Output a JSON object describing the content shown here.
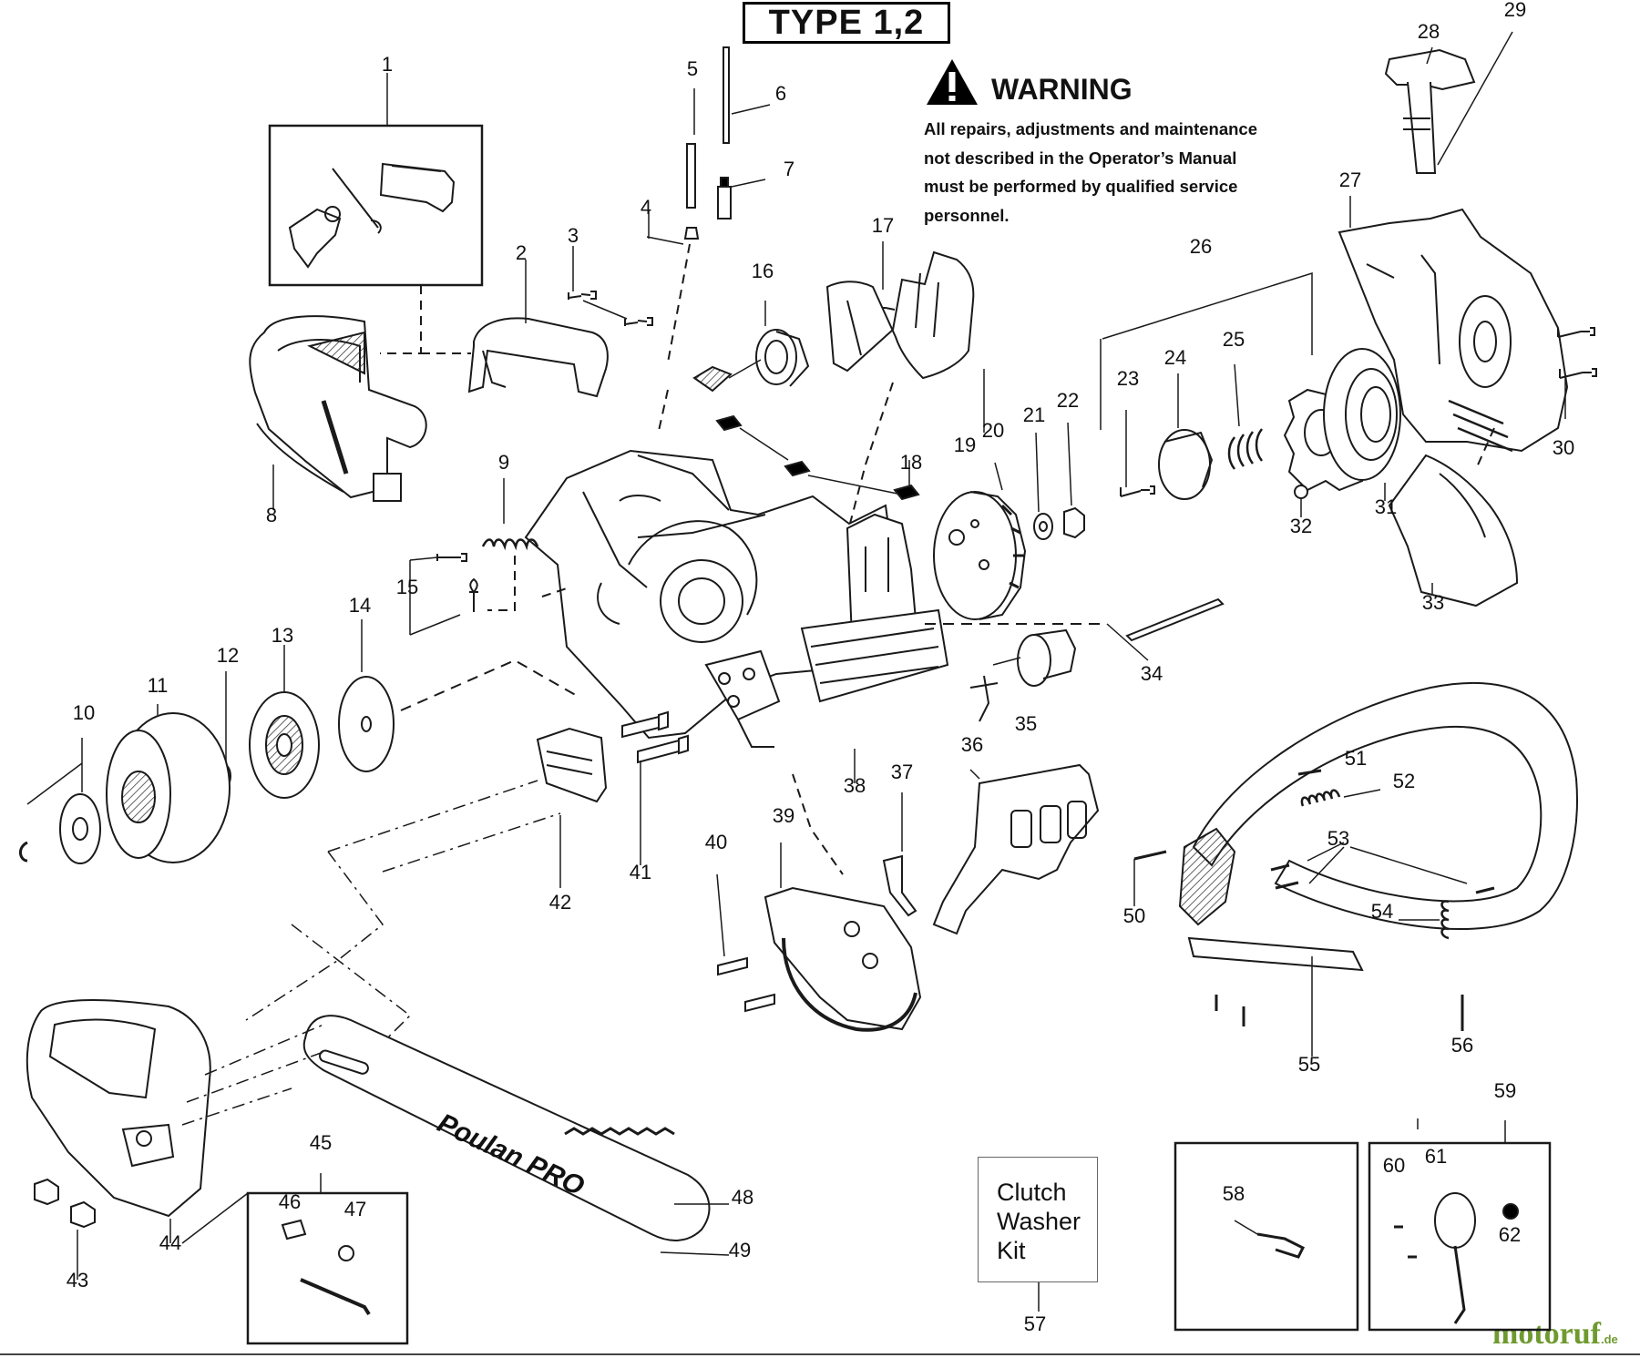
{
  "header": {
    "type_label": "TYPE 1,2"
  },
  "warning": {
    "title": "WARNING",
    "lines": [
      "All repairs, adjustments and maintenance",
      "not described in the Operator’s Manual",
      "must be performed by qualified  service",
      "personnel."
    ]
  },
  "kit": {
    "lines": [
      "Clutch",
      "Washer",
      "Kit"
    ]
  },
  "bar_logo": "Poulan PRO",
  "watermark": {
    "main": "motoruf",
    "suffix": ".de"
  },
  "part_numbers": [
    "1",
    "2",
    "3",
    "4",
    "5",
    "6",
    "7",
    "8",
    "9",
    "10",
    "11",
    "12",
    "13",
    "14",
    "15",
    "16",
    "17",
    "18",
    "19",
    "20",
    "21",
    "22",
    "23",
    "24",
    "25",
    "26",
    "27",
    "28",
    "29",
    "30",
    "31",
    "32",
    "33",
    "34",
    "35",
    "36",
    "37",
    "38",
    "39",
    "40",
    "41",
    "42",
    "43",
    "44",
    "45",
    "46",
    "47",
    "48",
    "49",
    "50",
    "51",
    "52",
    "53",
    "54",
    "55",
    "56",
    "57",
    "58",
    "59",
    "60",
    "61",
    "62"
  ]
}
